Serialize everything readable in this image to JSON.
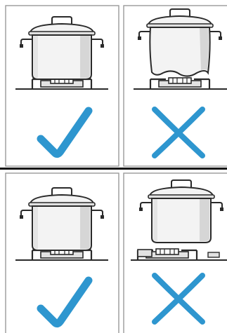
{
  "colors": {
    "frame": "#9a9a9a",
    "ink": "#2a2a2a",
    "pot_body": "#f3f3f3",
    "pot_shade": "#c8c8c8",
    "check": "#2e96cf",
    "cross": "#2e96cf",
    "divider": "#111111"
  },
  "panels": [
    {
      "id": "top-left",
      "scene": "pot-centered-on-burner",
      "verdict": "correct",
      "mark_icon": "check-mark-icon"
    },
    {
      "id": "top-right",
      "scene": "pot-with-deformed-bottom",
      "verdict": "incorrect",
      "mark_icon": "cross-mark-icon"
    },
    {
      "id": "bottom-left",
      "scene": "pot-centered-on-burner",
      "verdict": "correct",
      "mark_icon": "check-mark-icon"
    },
    {
      "id": "bottom-right",
      "scene": "pot-off-center-on-burner",
      "verdict": "incorrect",
      "mark_icon": "cross-mark-icon"
    }
  ]
}
